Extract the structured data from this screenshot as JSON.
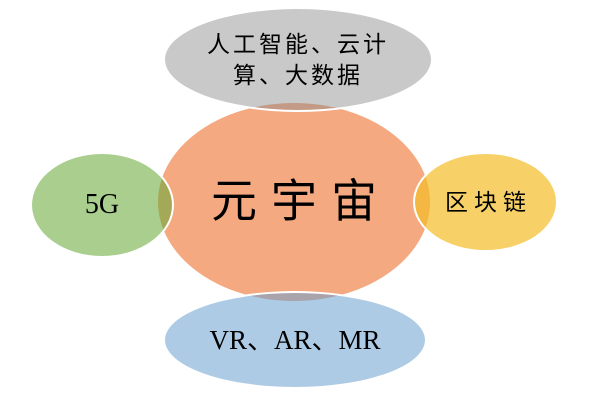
{
  "diagram": {
    "background": "#FFFFFF",
    "outline_color": "#FFFFFF",
    "center": {
      "label": "元宇宙",
      "fill": "#F4A981",
      "text_color": "#000000"
    },
    "satellites": {
      "top": {
        "label": "人工智能、云计算、大数据",
        "lines": [
          "人工智能、云计",
          "算、大数据"
        ],
        "fill": "rgba(138,138,138,0.46)",
        "rendered_color_over_white": "#C9C9C9",
        "overlap_blend_color": "#C39B85"
      },
      "left": {
        "label": "5G",
        "fill": "rgba(104,169,57,0.57)",
        "rendered_color_over_white": "#A9CE8F",
        "overlap_blend_color": "#A9A45E"
      },
      "right": {
        "label": "区块链",
        "fill": "rgba(244,189,39,0.70)",
        "rendered_color_over_white": "#F7D068",
        "overlap_blend_color": "#F0B04A"
      },
      "bottom": {
        "label": "VR、AR、MR",
        "fill": "rgba(106,159,207,0.54)",
        "rendered_color_over_white": "#AECBE5",
        "overlap_blend_color": "#AAA4AB"
      }
    }
  }
}
